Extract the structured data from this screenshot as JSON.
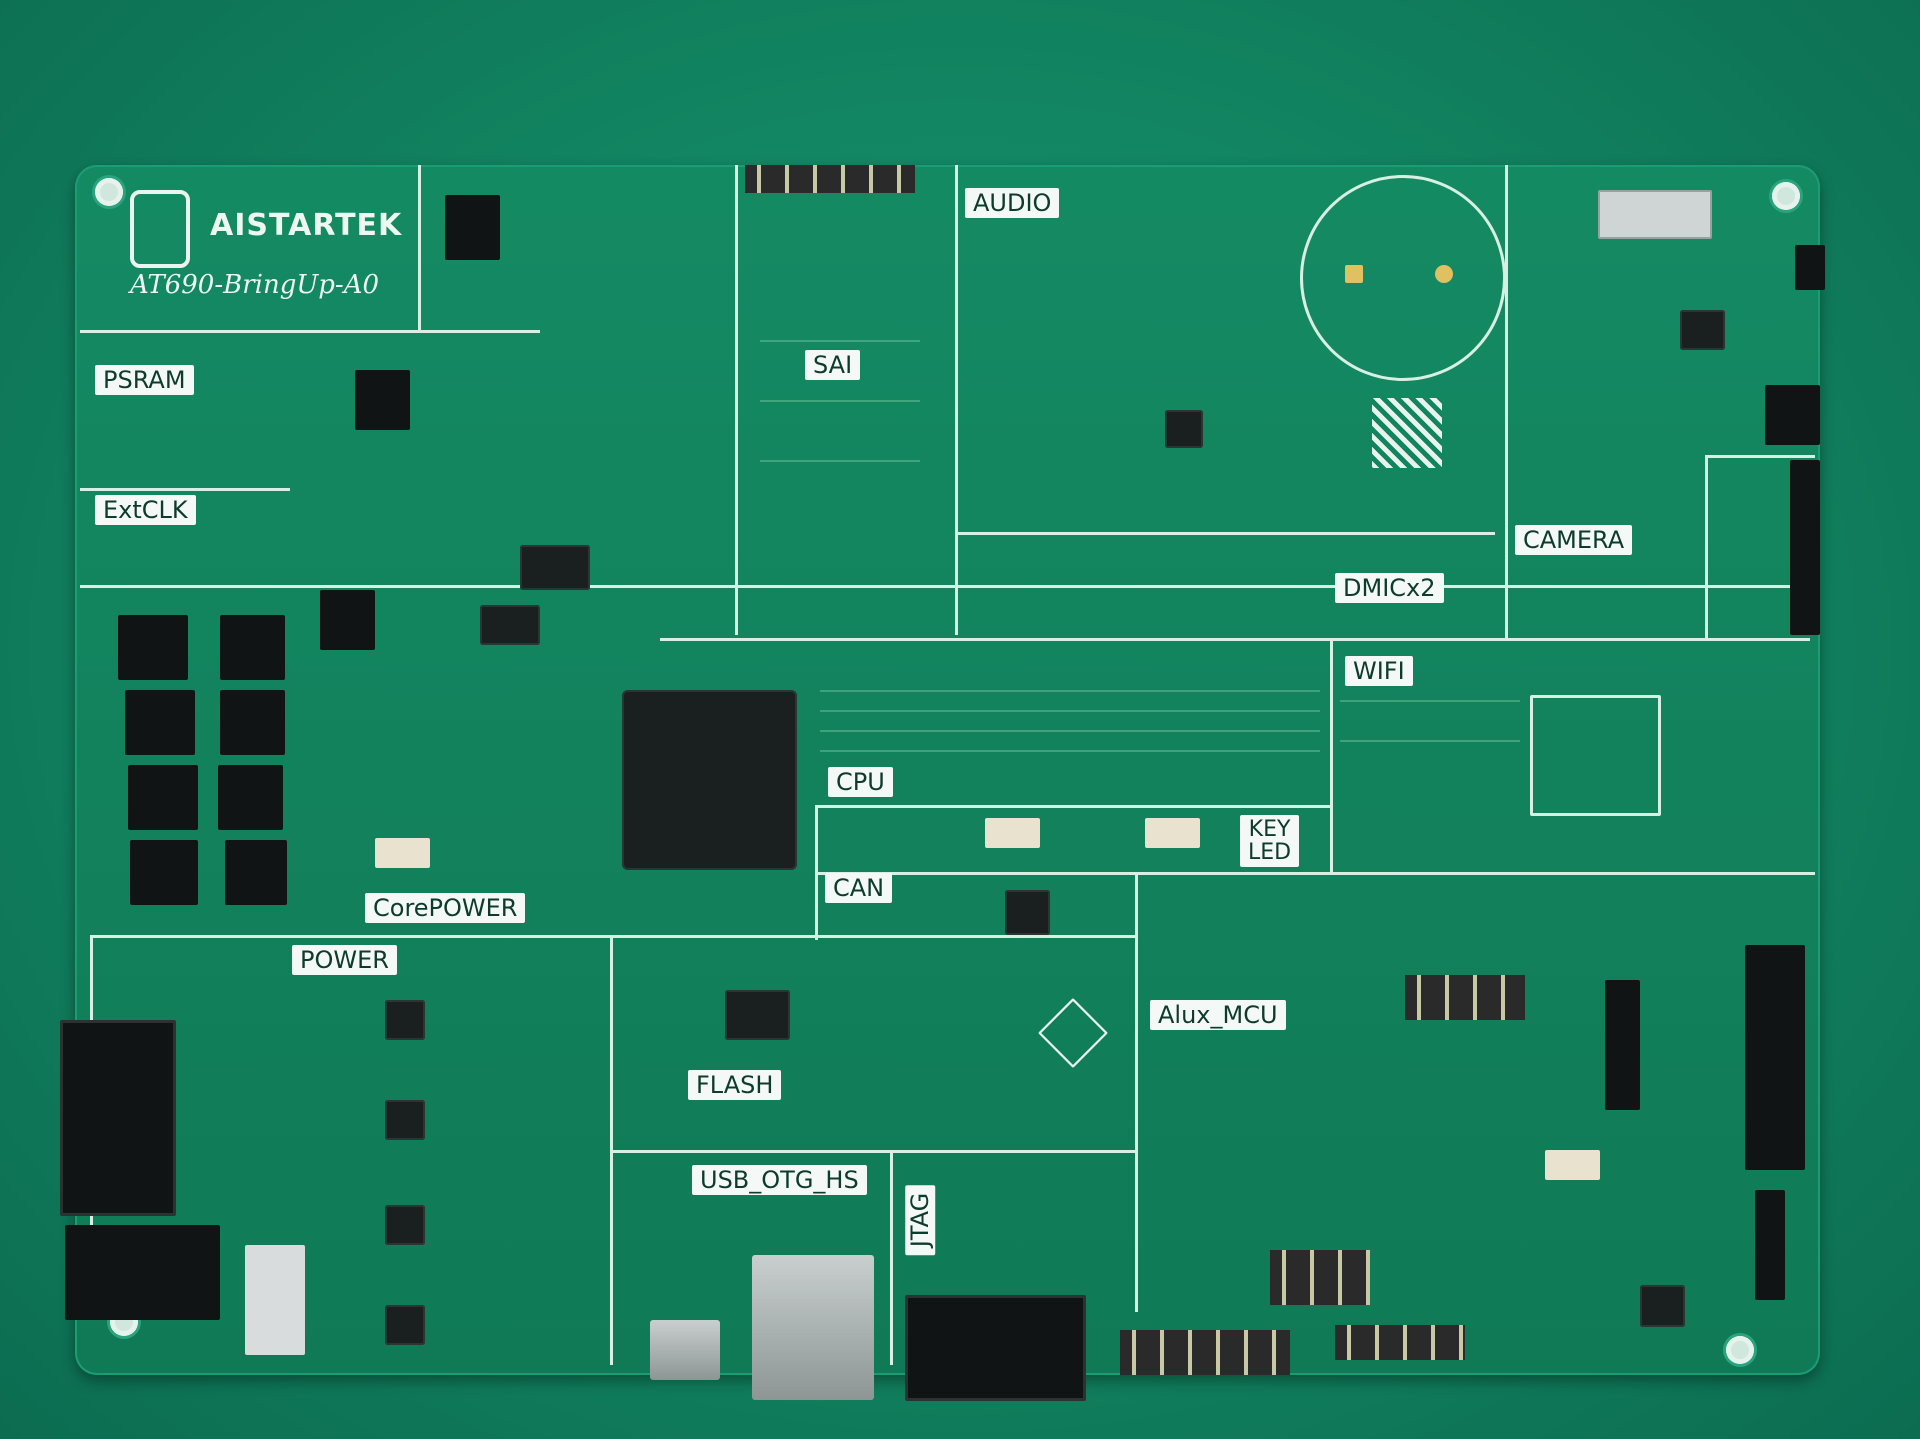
{
  "board": {
    "brand": "AISTARTEK",
    "model": "AT690-BringUp-A0",
    "colors": {
      "pcb": "#11825f",
      "silkscreen": "#d8efe4",
      "label_bg": "#f4f8f6"
    }
  },
  "sections": [
    {
      "id": "psram",
      "label": "PSRAM"
    },
    {
      "id": "extclk",
      "label": "ExtCLK"
    },
    {
      "id": "corepower",
      "label": "CorePOWER"
    },
    {
      "id": "power",
      "label": "POWER"
    },
    {
      "id": "sai",
      "label": "SAI"
    },
    {
      "id": "audio",
      "label": "AUDIO"
    },
    {
      "id": "dmic",
      "label": "DMICx2"
    },
    {
      "id": "camera",
      "label": "CAMERA"
    },
    {
      "id": "wifi",
      "label": "WIFI"
    },
    {
      "id": "cpu",
      "label": "CPU"
    },
    {
      "id": "keyled",
      "label": "KEY\nLED"
    },
    {
      "id": "can",
      "label": "CAN"
    },
    {
      "id": "flash",
      "label": "FLASH"
    },
    {
      "id": "alux",
      "label": "Alux_MCU"
    },
    {
      "id": "usb",
      "label": "USB_OTG_HS"
    },
    {
      "id": "jtag",
      "label": "JTAG"
    }
  ]
}
